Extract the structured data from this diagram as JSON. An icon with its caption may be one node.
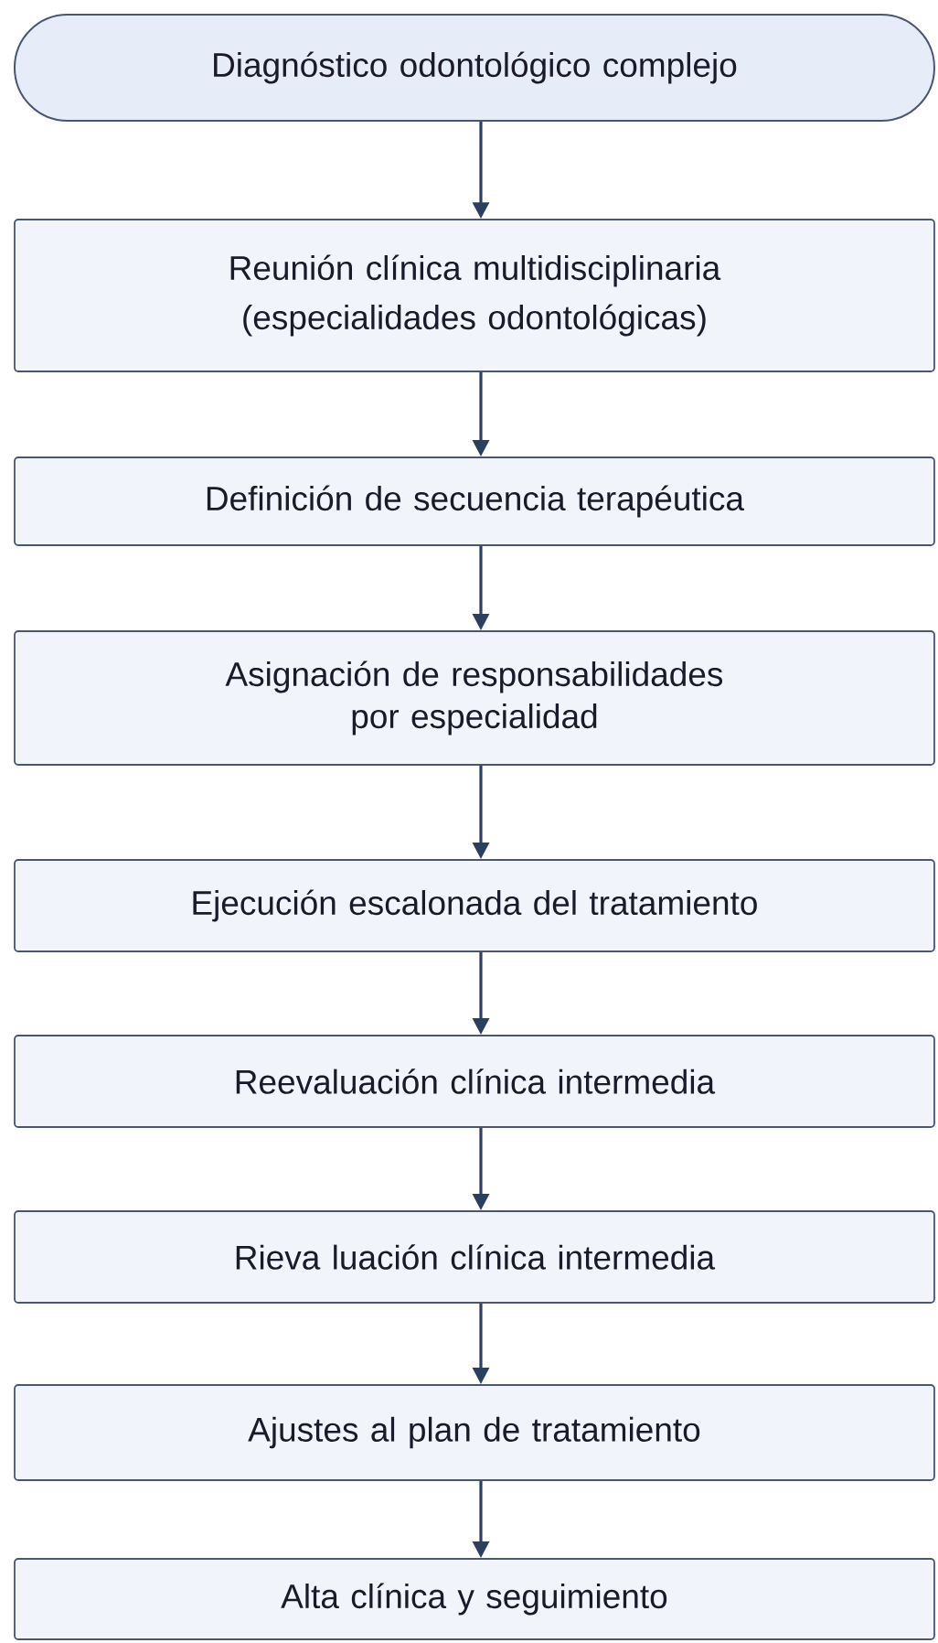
{
  "diagram": {
    "nodes": [
      {
        "text": [
          "Diagnóstico odontológico complejo"
        ]
      },
      {
        "text": [
          "Reunión clínica multidisciplinaria",
          "(especialidades odontológicas)"
        ]
      },
      {
        "text": [
          "Definición de secuencia terapéutica"
        ]
      },
      {
        "text": [
          "Asignación de responsabilidades por especialidad"
        ]
      },
      {
        "text": [
          "Ejecución escalonada del tratamiento"
        ]
      },
      {
        "text": [
          "Reevaluación clínica intermedia"
        ]
      },
      {
        "text": [
          "Rieva luación clínica intermedia"
        ]
      },
      {
        "text": [
          "Ajustes al plan de tratamiento"
        ]
      },
      {
        "text": [
          "Alta clínica y seguimiento"
        ]
      }
    ],
    "edges": [
      {
        "from": 0,
        "to": 1,
        "arrow": "to"
      },
      {
        "from": 1,
        "to": 2,
        "arrow": "to"
      },
      {
        "from": 2,
        "to": 3,
        "arrow": "to"
      },
      {
        "from": 3,
        "to": 4,
        "arrow": "to"
      },
      {
        "from": 4,
        "to": 5,
        "arrow": "to"
      },
      {
        "from": 5,
        "to": 6,
        "arrow": "to"
      },
      {
        "from": 6,
        "to": 7,
        "arrow": "to"
      },
      {
        "from": 7,
        "to": 8,
        "arrow": "to"
      }
    ]
  }
}
